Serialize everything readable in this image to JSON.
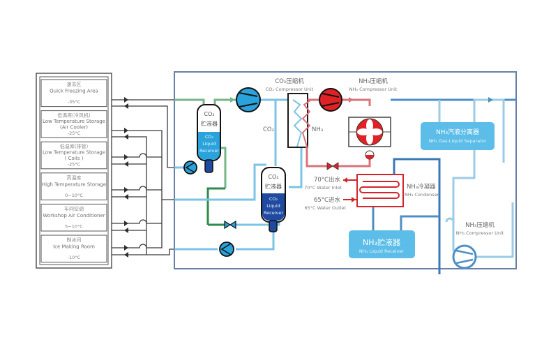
{
  "diagram": {
    "title": "CO2 / NH3 cascade refrigeration system",
    "colors": {
      "frame": "#6a7fa8",
      "co2_liquid": "#7cc3e6",
      "co2_gas": "#76b68a",
      "co2_dark": "#1f4aa0",
      "nh3_hot": "#d9737a",
      "nh3_red": "#e02126",
      "nh3_blue": "#4d8fc4",
      "nh3_light": "#9ccbe6",
      "brine": "#3a3a3a",
      "box_fill": "#5bbde8"
    },
    "zones": [
      {
        "cn": "速冻区",
        "en": "Quick Freezing Area",
        "en2": "",
        "temp": "-35°C"
      },
      {
        "cn": "低温库(冷风机)",
        "en": "Low Temperature Storage",
        "en2": "(Air Cooler)",
        "temp": "-25°C"
      },
      {
        "cn": "低温库(排管)",
        "en": "Low Temperature Storage",
        "en2": "( Coils )",
        "temp": "-25°C"
      },
      {
        "cn": "高温库",
        "en": "High Temperature Storage",
        "en2": "",
        "temp": "0~10°C"
      },
      {
        "cn": "车间空调",
        "en": "Workshop Air Conditioner",
        "en2": "",
        "temp": "5~10°C"
      },
      {
        "cn": "制冰间",
        "en": "Ice Making Room",
        "en2": "",
        "temp": "-10°C"
      }
    ],
    "co2_compressor": {
      "cn": "CO₂压缩机",
      "en": "CO₂ Compressor Unit"
    },
    "nh3_compressor_top": {
      "cn": "NH₃压缩机",
      "en": "NH₃ Compressor Unit"
    },
    "nh3_compressor_bottom": {
      "cn": "NH₃压缩机",
      "en": "NH₃ Compressor Unit"
    },
    "co2_receiver_left": {
      "top1": "CO₂",
      "top2": "贮液器",
      "b1": "CO₂",
      "b2": "Liquid",
      "b3": "Receiver"
    },
    "co2_receiver_mid": {
      "top1": "CO₂",
      "top2": "贮液器",
      "b1": "CO₂",
      "b2": "Liquid",
      "b3": "Receiver"
    },
    "co2_label": "CO₂",
    "nh3_label": "NH₃",
    "separator": {
      "cn": "NH₃汽液分离器",
      "en": "NH₃ Gas-Liquid Separator"
    },
    "condenser": {
      "cn": "NH₃冷凝器",
      "en": "NH₃ Condenser"
    },
    "nh3_receiver": {
      "cn": "NH₃贮液器",
      "en": "NH₃ Liquid Receiver"
    },
    "water_out": {
      "cn": "70°C出水",
      "en": "70°C Water Inlet"
    },
    "water_in": {
      "cn": "65°C进水",
      "en": "65°C Water Outlet"
    }
  }
}
